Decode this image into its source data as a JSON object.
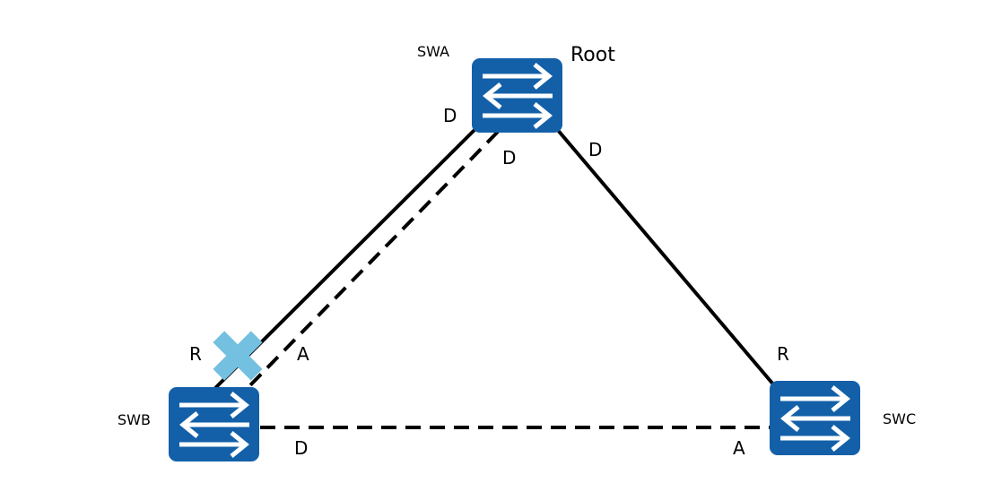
{
  "colors": {
    "switch": "#1360A8",
    "block_mark": "#74C0E0",
    "link": "#000000"
  },
  "switches": [
    {
      "id": "SWA",
      "name": "SWA",
      "icon": "switch-icon",
      "note": "Root"
    },
    {
      "id": "SWB",
      "name": "SWB",
      "icon": "switch-icon"
    },
    {
      "id": "SWC",
      "name": "SWC",
      "icon": "switch-icon"
    }
  ],
  "port_roles": {
    "swa_to_swb_solid": "D",
    "swa_to_swb_dashed": "D",
    "swa_to_swc": "D",
    "swb_to_swa_solid": "R",
    "swb_to_swa_dashed": "A",
    "swb_to_swc": "D",
    "swc_to_swa": "R",
    "swc_to_swb": "A"
  },
  "blocked_marker": "x-icon"
}
